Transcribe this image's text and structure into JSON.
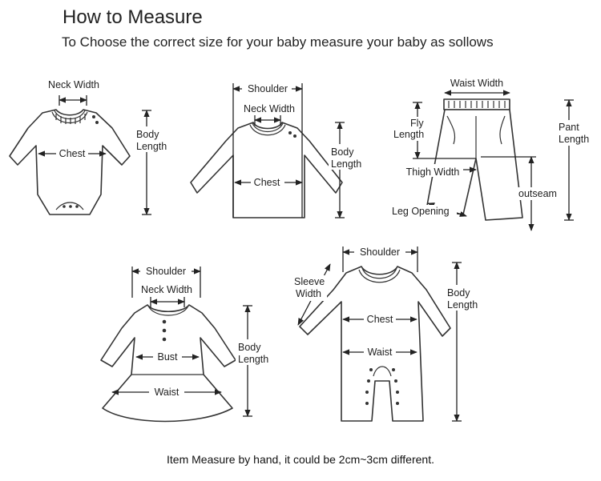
{
  "header": {
    "title": "How to Measure",
    "subtitle": "To Choose the correct size for your baby measure your baby as sollows"
  },
  "bodysuit": {
    "neck_width": "Neck Width",
    "chest": "Chest",
    "length_line1": "Body",
    "length_line2": "Length"
  },
  "shirt": {
    "shoulder": "Shoulder",
    "neck_width": "Neck Width",
    "chest": "Chest",
    "length_line1": "Body",
    "length_line2": "Length"
  },
  "pants": {
    "waist_width": "Waist Width",
    "fly_line1": "Fly",
    "fly_line2": "Length",
    "pant_line1": "Pant",
    "pant_line2": "Length",
    "thigh_width": "Thigh Width",
    "outseam": "outseam",
    "leg_opening": "Leg Opening"
  },
  "dress": {
    "shoulder": "Shoulder",
    "neck_width": "Neck Width",
    "bust": "Bust",
    "waist": "Waist",
    "length_line1": "Body",
    "length_line2": "Length"
  },
  "romper": {
    "shoulder": "Shoulder",
    "sleeve_line1": "Sleeve",
    "sleeve_line2": "Width",
    "chest": "Chest",
    "waist": "Waist",
    "length_line1": "Body",
    "length_line2": "Length"
  },
  "footer": {
    "note": "Item Measure by hand, it could be 2cm~3cm different."
  }
}
